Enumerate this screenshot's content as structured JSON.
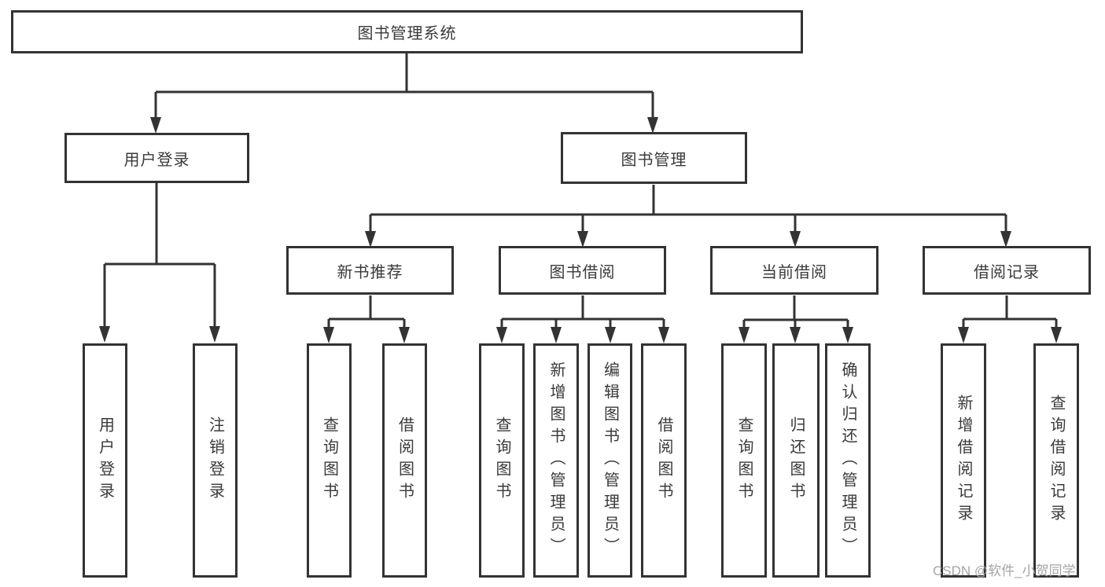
{
  "palette": {
    "line_color": "#333333",
    "text_color": "#3a3a3a",
    "box_background": "#ffffff",
    "watermark_color": "#a5a5a5"
  },
  "watermark": "CSDN @软件_小贺同学",
  "tree": {
    "label": "图书管理系统",
    "children": [
      {
        "label": "用户登录",
        "children": [
          {
            "label": "用户登录"
          },
          {
            "label": "注销登录"
          }
        ]
      },
      {
        "label": "图书管理",
        "children": [
          {
            "label": "新书推荐",
            "children": [
              {
                "label": "查询图书"
              },
              {
                "label": "借阅图书"
              }
            ]
          },
          {
            "label": "图书借阅",
            "children": [
              {
                "label": "查询图书"
              },
              {
                "label": "新增图书（管理员）"
              },
              {
                "label": "编辑图书（管理员）"
              },
              {
                "label": "借阅图书"
              }
            ]
          },
          {
            "label": "当前借阅",
            "children": [
              {
                "label": "查询图书"
              },
              {
                "label": "归还图书"
              },
              {
                "label": "确认归还（管理员）"
              }
            ]
          },
          {
            "label": "借阅记录",
            "children": [
              {
                "label": "新增借阅记录"
              },
              {
                "label": "查询借阅记录"
              }
            ]
          }
        ]
      }
    ]
  }
}
